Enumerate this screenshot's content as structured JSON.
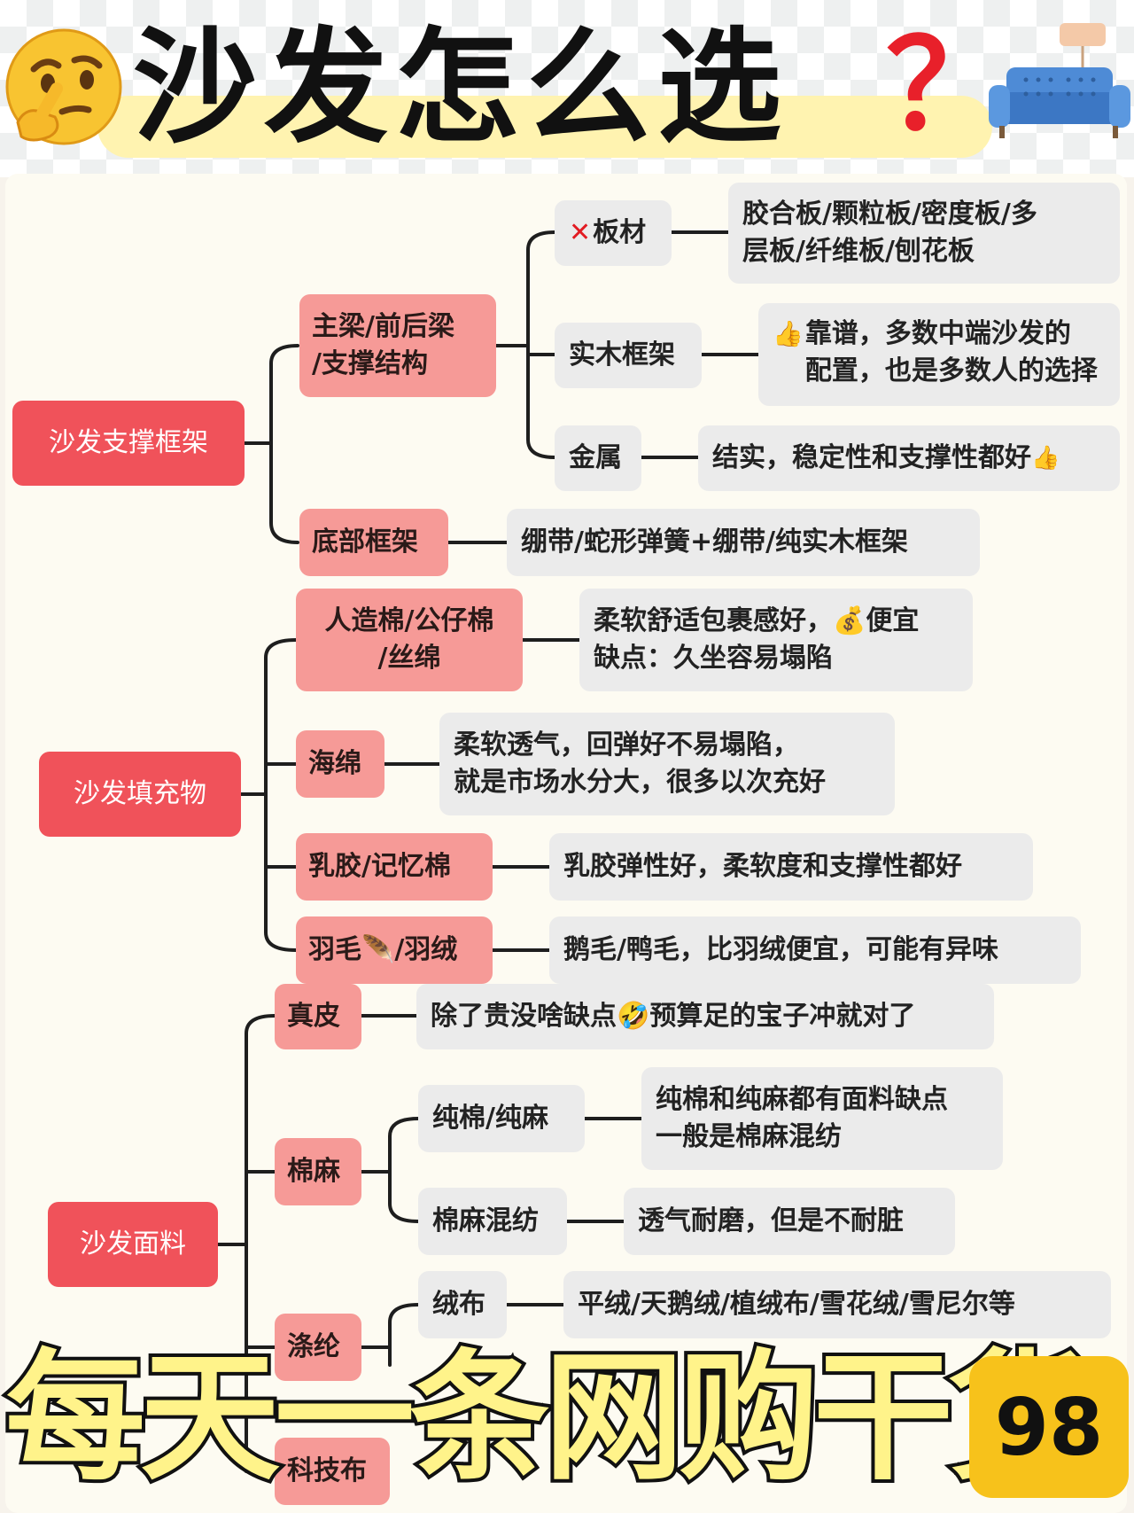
{
  "title": {
    "main": "沙发怎么选",
    "mark": "？",
    "face_icon": "thinking-face-icon",
    "sofa_icon": "sofa-icon"
  },
  "frame": {
    "root": "沙发支撑框架",
    "beam": "主梁/前后梁\n/支撑结构",
    "beam_children": [
      {
        "label": "板材",
        "prefix_icon": "cross-mark-icon",
        "prefix": "✕",
        "desc": "胶合板/颗粒板/密度板/多\n层板/纤维板/刨花板"
      },
      {
        "label": "实木框架",
        "desc_icon": "thumbs-up-icon",
        "desc_icon_char": "👍",
        "desc": "靠谱，多数中端沙发的\n配置，也是多数人的选择"
      },
      {
        "label": "金属",
        "desc": "结实，稳定性和支撑性都好",
        "desc_suffix_icon": "thumbs-up-icon",
        "desc_suffix": "👍"
      }
    ],
    "bottom": "底部框架",
    "bottom_desc": "绷带/蛇形弹簧+绷带/纯实木框架"
  },
  "filling": {
    "root": "沙发填充物",
    "items": [
      {
        "label": "人造棉/公仔棉\n/丝绵",
        "desc": "柔软舒适包裹感好，💰便宜\n缺点：久坐容易塌陷"
      },
      {
        "label": "海绵",
        "desc": "柔软透气，回弹好不易塌陷，\n就是市场水分大，很多以次充好"
      },
      {
        "label": "乳胶/记忆棉",
        "desc": "乳胶弹性好，柔软度和支撑性都好"
      },
      {
        "label": "羽毛🪶/羽绒",
        "desc": "鹅毛/鸭毛，比羽绒便宜，可能有异味"
      }
    ]
  },
  "fabric": {
    "root": "沙发面料",
    "leather": "真皮",
    "leather_desc": "除了贵没啥缺点🤣预算足的宝子冲就对了",
    "cotton": "棉麻",
    "cotton_children": [
      {
        "label": "纯棉/纯麻",
        "desc": "纯棉和纯麻都有面料缺点\n一般是棉麻混纺"
      },
      {
        "label": "棉麻混纺",
        "desc": "透气耐磨，但是不耐脏"
      }
    ],
    "polyester": "涤纶",
    "polyester_children": [
      {
        "label": "绒布",
        "desc": "平绒/天鹅绒/植绒布/雪花绒/雪尼尔等"
      }
    ],
    "tech": "科技布"
  },
  "banner": {
    "text": "每天一条网购干货",
    "number": "98"
  },
  "colors": {
    "root": "#f0525a",
    "mid": "#f69a97",
    "leaf": "#ebebeb",
    "banner_text": "#fff38a",
    "badge": "#f7c21b"
  }
}
